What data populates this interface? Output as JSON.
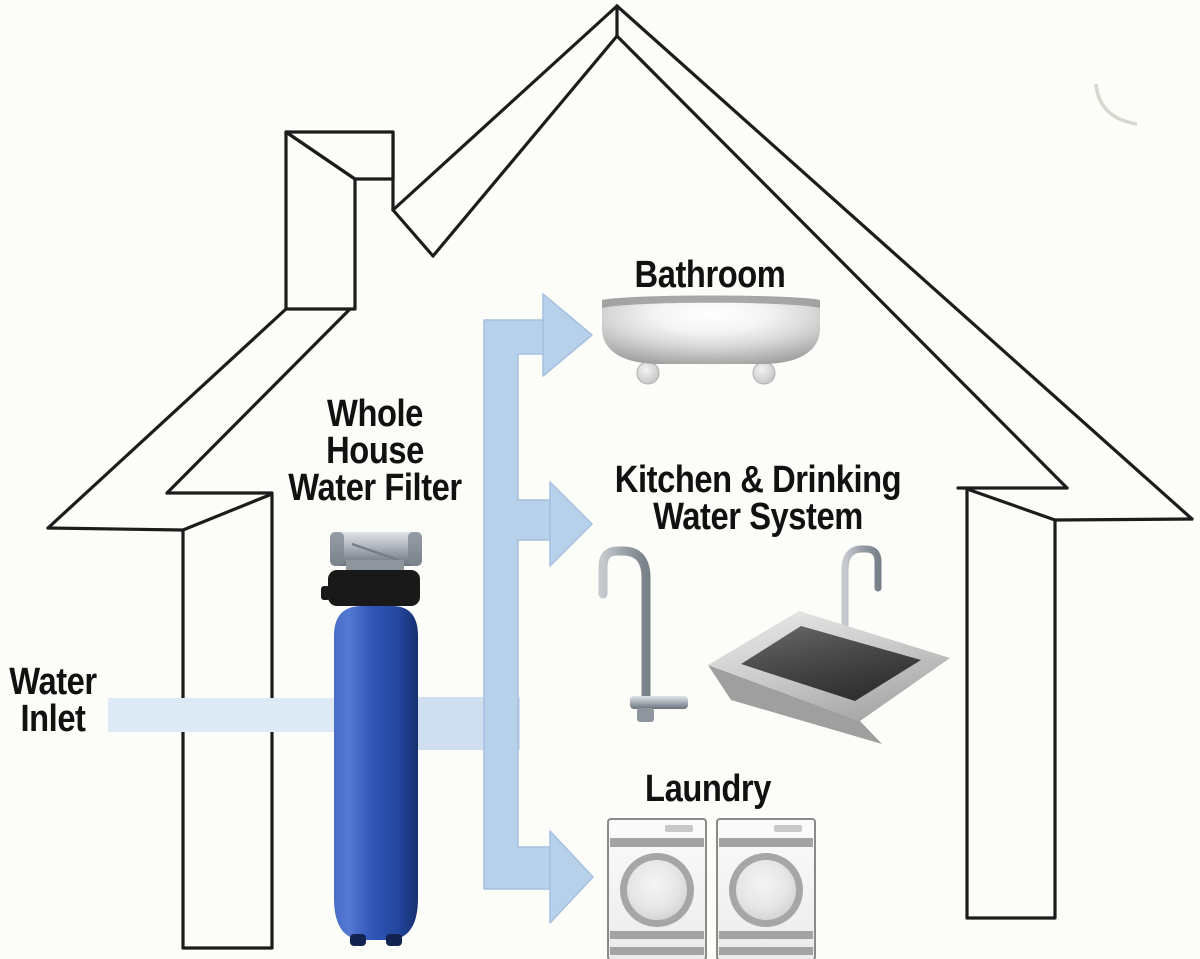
{
  "labels": {
    "water_inlet": {
      "lines": [
        "Water",
        "Inlet"
      ]
    },
    "whole_house_filter": {
      "lines": [
        "Whole",
        "House",
        "Water Filter"
      ]
    },
    "bathroom": "Bathroom",
    "kitchen": {
      "lines": [
        "Kitchen & Drinking",
        "Water System"
      ]
    },
    "laundry": "Laundry"
  },
  "icons": {
    "house_outline": "house-outline",
    "chimney": "chimney",
    "water_filter": "water-filter-cartridge",
    "bathtub": "bathtub",
    "kitchen_faucet": "gooseneck-faucet",
    "sink_faucet": "gooseneck-faucet",
    "sink": "kitchen-sink",
    "washers": [
      "washing-machine",
      "washing-machine"
    ],
    "inlet_pipe": "water-inlet-pipe",
    "flow_arrows": [
      "flow-arrow-bathroom",
      "flow-arrow-kitchen",
      "flow-arrow-laundry"
    ]
  },
  "colors": {
    "background": "#fcfcf8",
    "outline": "#1c1c1c",
    "flow_arrow": "#b8d1eb",
    "flow_arrow_edge": "#a6c0e0",
    "inlet_pipe": "#dee9f6",
    "inlet_pipe_dark": "#cfdfef",
    "filter_body_blue": "#2f55b4",
    "filter_cap_black": "#191919",
    "metal_silver": "#99a0aa",
    "text": "#111111"
  }
}
